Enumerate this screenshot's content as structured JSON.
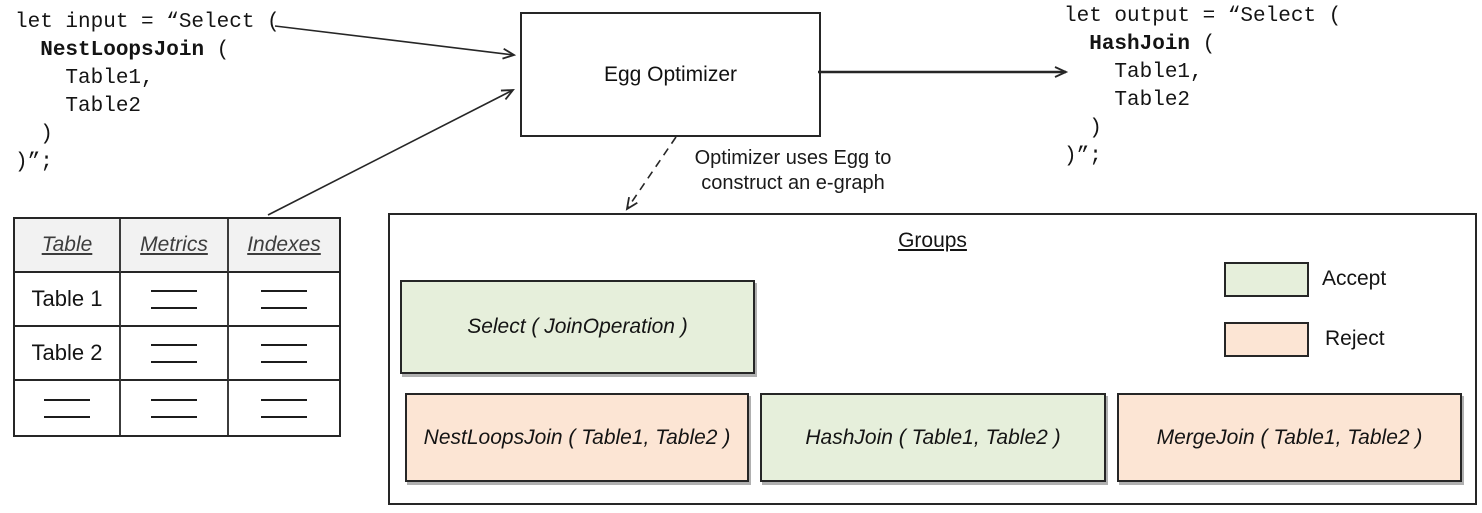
{
  "input_code": {
    "l1": "let input = “Select (",
    "l2_indent": "  ",
    "l2_bold": "NestLoopsJoin",
    "l2_rest": " (",
    "l3": "    Table1,",
    "l4": "    Table2",
    "l5": "  )",
    "l6": ")”;"
  },
  "output_code": {
    "l1": "let output = “Select (",
    "l2_indent": "  ",
    "l2_bold": "HashJoin",
    "l2_rest": " (",
    "l3": "    Table1,",
    "l4": "    Table2",
    "l5": "  )",
    "l6": ")”;"
  },
  "optimizer": {
    "label": "Egg Optimizer"
  },
  "egraph_note": {
    "line1": "Optimizer uses Egg to",
    "line2": "construct an e-graph"
  },
  "stats_table": {
    "headers": [
      "Table",
      "Metrics",
      "Indexes"
    ],
    "rows": [
      {
        "table": "Table 1",
        "metrics": "",
        "indexes": ""
      },
      {
        "table": "Table 2",
        "metrics": "",
        "indexes": ""
      },
      {
        "table": "",
        "metrics": "",
        "indexes": ""
      }
    ]
  },
  "groups": {
    "title": "Groups",
    "nodes": {
      "select": {
        "label": "Select ( JoinOperation )",
        "status": "accept"
      },
      "nestloops": {
        "label": "NestLoopsJoin ( Table1, Table2 )",
        "status": "reject"
      },
      "hashjoin": {
        "label": "HashJoin ( Table1, Table2 )",
        "status": "accept"
      },
      "mergejoin": {
        "label": "MergeJoin ( Table1, Table2 )",
        "status": "reject"
      }
    },
    "legend": {
      "accept_label": "Accept",
      "reject_label": "Reject"
    }
  },
  "colors": {
    "accept_fill": "#e6efdb",
    "reject_fill": "#fce5d4",
    "table_header_bg": "#f2f2f2",
    "stroke": "#262626"
  }
}
